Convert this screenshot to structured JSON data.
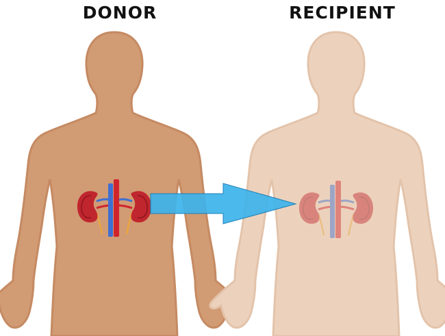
{
  "labels": {
    "donor": "DONOR",
    "recipient": "RECIPIENT"
  },
  "colors": {
    "donor_skin": "#d19b74",
    "donor_outline": "#c58a62",
    "recipient_skin": "#ecd2bd",
    "recipient_outline": "#e3c3aa",
    "kidney": "#c0262e",
    "kidney_faded": "#e08a92",
    "vein": "#3f6fd1",
    "artery": "#d0242c",
    "arrow": "#3db3ea",
    "arrow_outline": "#1d7fb8"
  },
  "diagram": {
    "figures": [
      "donor-body",
      "recipient-body"
    ],
    "arrow_from": "donor-kidneys",
    "arrow_to": "recipient-kidneys"
  }
}
